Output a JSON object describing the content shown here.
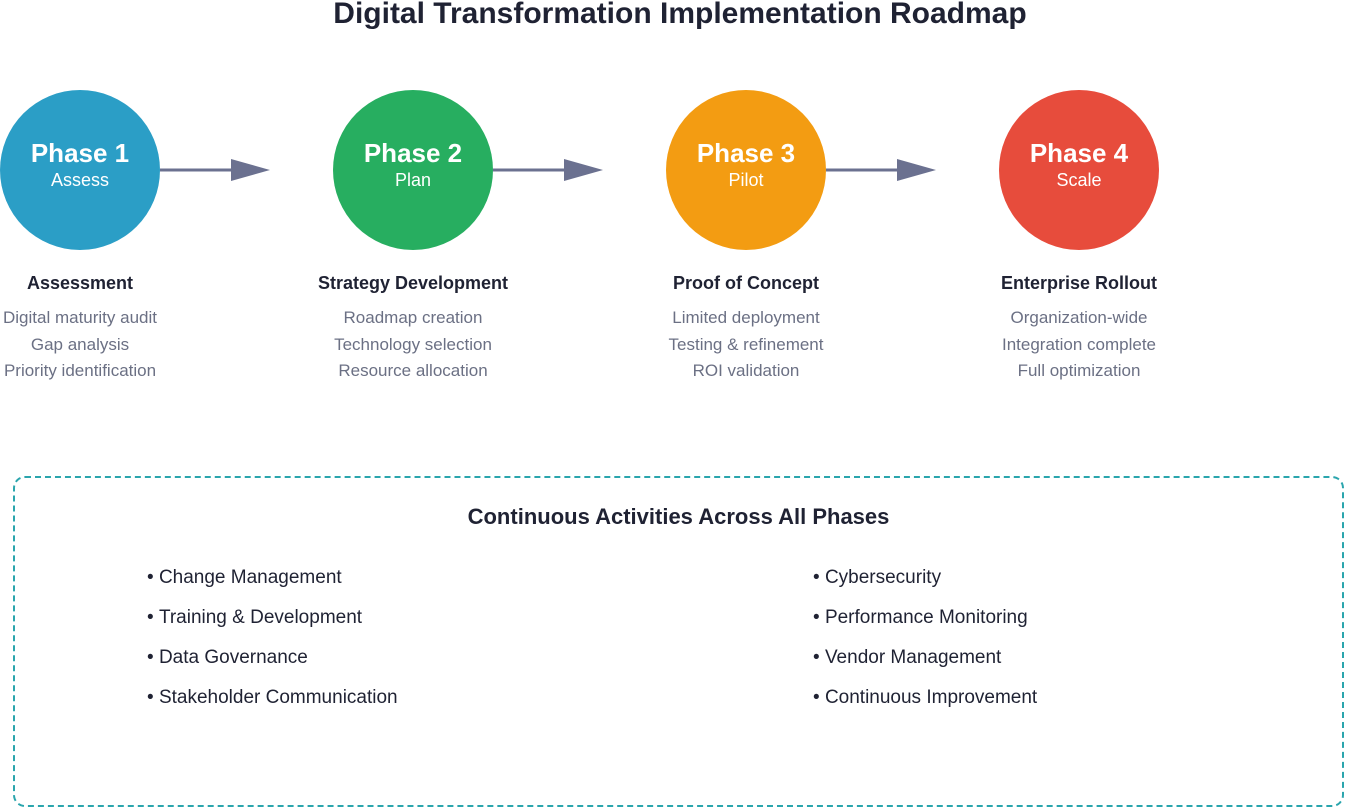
{
  "title": "Digital Transformation Implementation Roadmap",
  "colors": {
    "phase1": "#2b9ec6",
    "phase2": "#27ae60",
    "phase3": "#f39c12",
    "phase4": "#e74c3c",
    "arrow": "#6b7190",
    "dashed_border": "#2aa5ad"
  },
  "phases": [
    {
      "label": "Phase 1",
      "sublabel": "Assess",
      "heading": "Assessment",
      "items": [
        "Digital maturity audit",
        "Gap analysis",
        "Priority identification"
      ]
    },
    {
      "label": "Phase 2",
      "sublabel": "Plan",
      "heading": "Strategy Development",
      "items": [
        "Roadmap creation",
        "Technology selection",
        "Resource allocation"
      ]
    },
    {
      "label": "Phase 3",
      "sublabel": "Pilot",
      "heading": "Proof of Concept",
      "items": [
        "Limited deployment",
        "Testing & refinement",
        "ROI validation"
      ]
    },
    {
      "label": "Phase 4",
      "sublabel": "Scale",
      "heading": "Enterprise Rollout",
      "items": [
        "Organization-wide",
        "Integration complete",
        "Full optimization"
      ]
    }
  ],
  "continuous": {
    "title": "Continuous Activities Across All Phases",
    "left": [
      "Change Management",
      "Training & Development",
      "Data Governance",
      "Stakeholder Communication"
    ],
    "right": [
      "Cybersecurity",
      "Performance Monitoring",
      "Vendor Management",
      "Continuous Improvement"
    ]
  }
}
